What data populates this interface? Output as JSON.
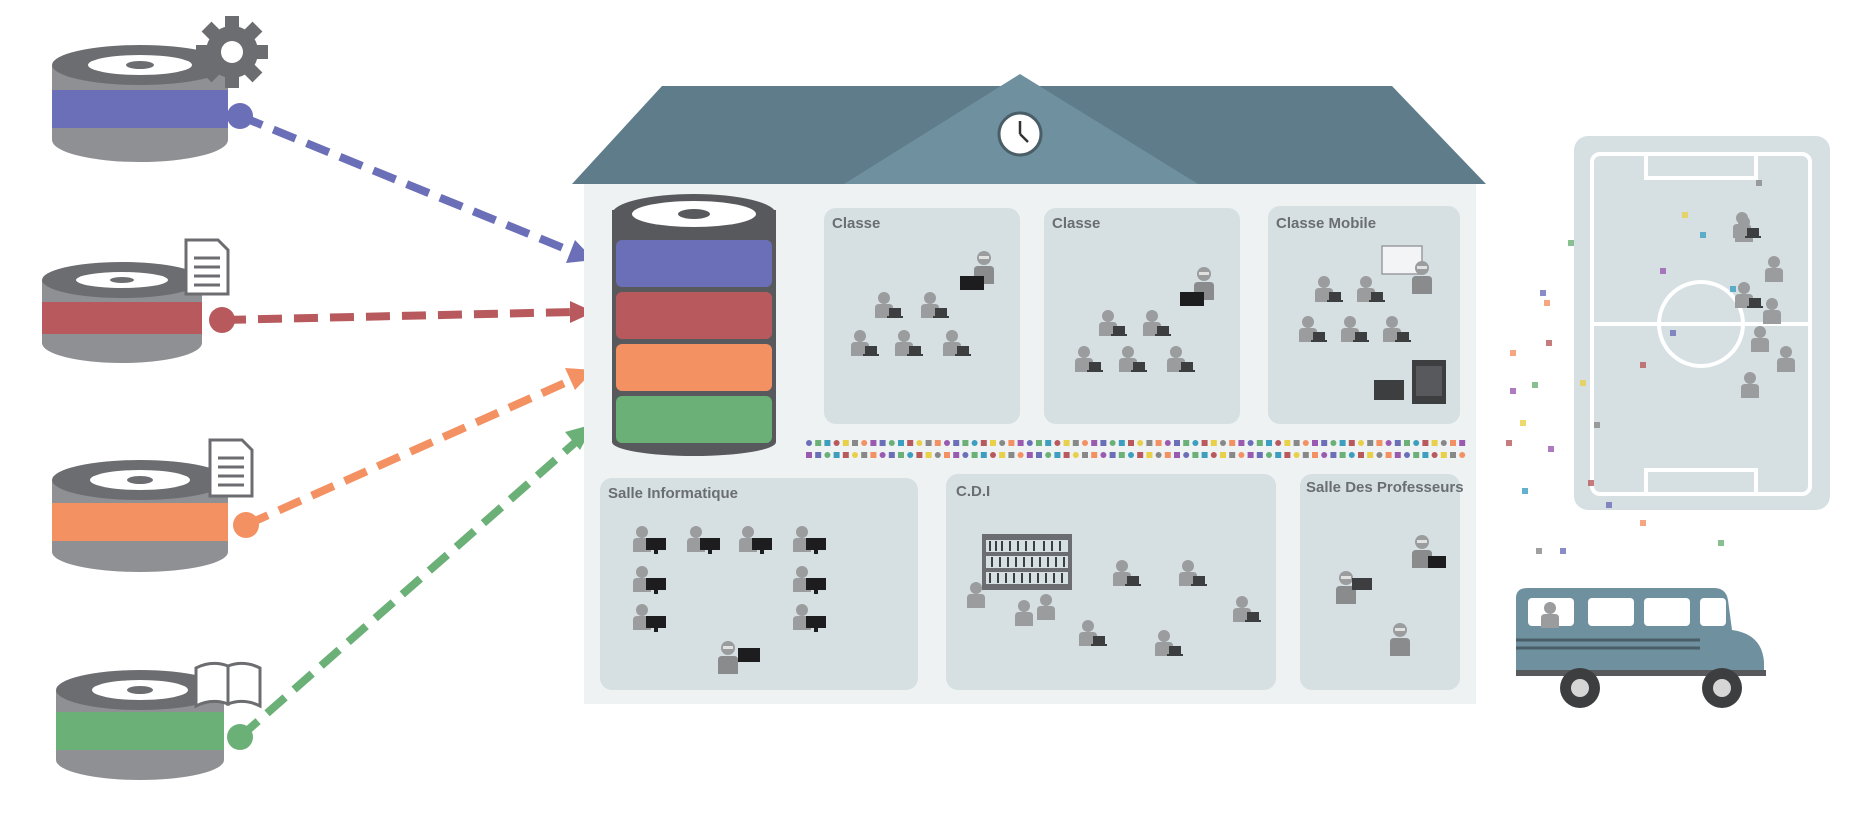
{
  "colors": {
    "blue": "#6b6fb8",
    "red": "#b85a5d",
    "orange": "#f49163",
    "green": "#6ab077",
    "db_gray": "#6c6d70",
    "roof": "#5f7c8b",
    "roof_gable": "#6f909e",
    "room_bg": "#d6e0e3",
    "building_bg": "#eef2f3",
    "bus": "#6f909e",
    "person": "#9b9c9e"
  },
  "sources": [
    {
      "color_key": "blue",
      "icon": "gear-icon"
    },
    {
      "color_key": "red",
      "icon": "document-icon"
    },
    {
      "color_key": "orange",
      "icon": "document-icon"
    },
    {
      "color_key": "green",
      "icon": "book-icon"
    }
  ],
  "central_database": {
    "layers": [
      "blue",
      "red",
      "orange",
      "green"
    ]
  },
  "rooms": {
    "classe_1": {
      "label": "Classe"
    },
    "classe_2": {
      "label": "Classe"
    },
    "classe_mobile": {
      "label": "Classe Mobile"
    },
    "salle_informatique": {
      "label": "Salle Informatique"
    },
    "cdi": {
      "label": "C.D.I"
    },
    "salle_professeurs": {
      "label": "Salle Des Professeurs"
    }
  },
  "icons": [
    "clock-icon",
    "sports-field-icon",
    "school-bus-icon",
    "bookshelf-icon",
    "cabinet-icon",
    "whiteboard-icon",
    "media-stream-icon"
  ]
}
